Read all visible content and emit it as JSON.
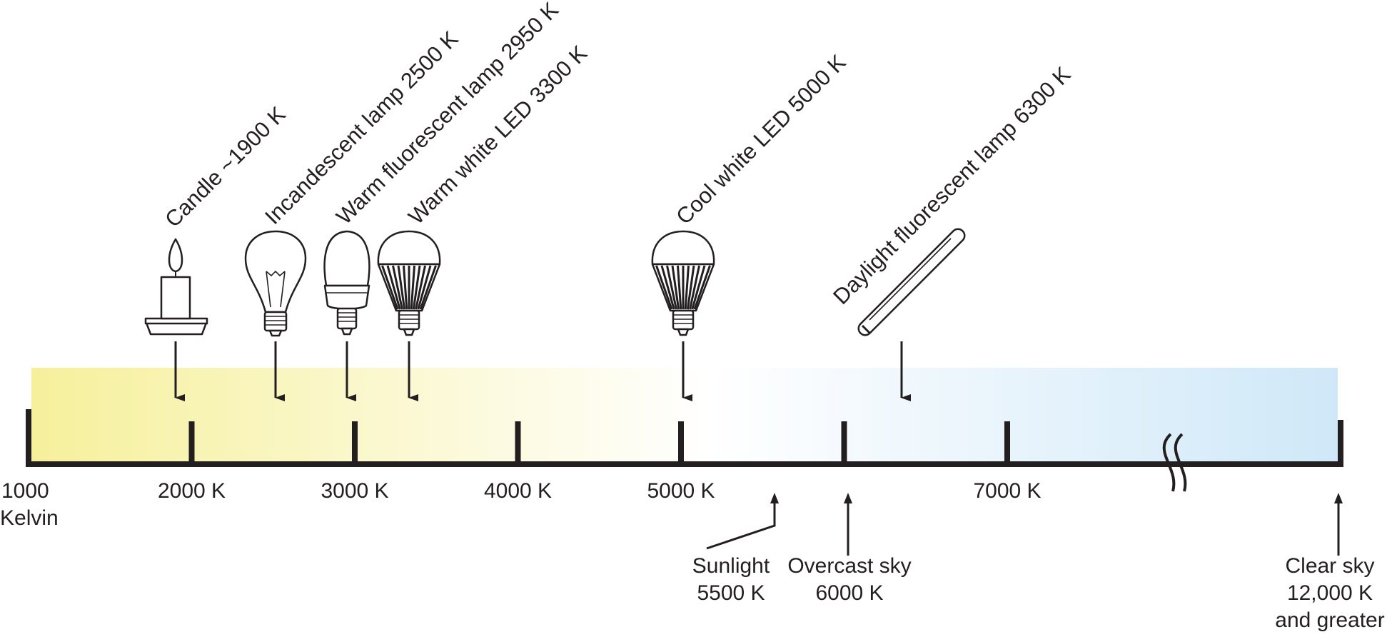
{
  "colors": {
    "warm": "#f6f09c",
    "neutral": "#ffffff",
    "cool": "#cfe8f8",
    "ink": "#231f20"
  },
  "scale": {
    "start_label_line1": "1000",
    "start_label_line2": "Kelvin",
    "ticks": [
      {
        "kelvin": 2000,
        "label": "2000 K"
      },
      {
        "kelvin": 3000,
        "label": "3000 K"
      },
      {
        "kelvin": 4000,
        "label": "4000 K"
      },
      {
        "kelvin": 5000,
        "label": "5000 K"
      },
      {
        "kelvin": 6000,
        "label": ""
      },
      {
        "kelvin": 7000,
        "label": "7000 K"
      }
    ]
  },
  "light_sources": [
    {
      "label": "Candle ~1900 K",
      "kelvin": 1900,
      "icon": "candle-icon"
    },
    {
      "label": "Incandescent lamp 2500 K",
      "kelvin": 2500,
      "icon": "incandescent-bulb-icon"
    },
    {
      "label": "Warm fluorescent lamp 2950 K",
      "kelvin": 2950,
      "icon": "cfl-bulb-icon"
    },
    {
      "label": "Warm white LED 3300 K",
      "kelvin": 3300,
      "icon": "led-bulb-icon"
    },
    {
      "label": "Cool white LED 5000 K",
      "kelvin": 5000,
      "icon": "led-bulb-icon"
    },
    {
      "label": "Daylight fluorescent lamp 6300 K",
      "kelvin": 6300,
      "icon": "fluorescent-tube-icon"
    }
  ],
  "natural_sources": [
    {
      "line1": "Sunlight",
      "line2": "5500 K",
      "line3": "",
      "kelvin": 5500
    },
    {
      "line1": "Overcast sky",
      "line2": "6000 K",
      "line3": "",
      "kelvin": 6000
    },
    {
      "line1": "Clear sky",
      "line2": "12,000 K",
      "line3": "and greater",
      "kelvin": 12000
    }
  ],
  "axis_break_icon": "axis-break-icon"
}
